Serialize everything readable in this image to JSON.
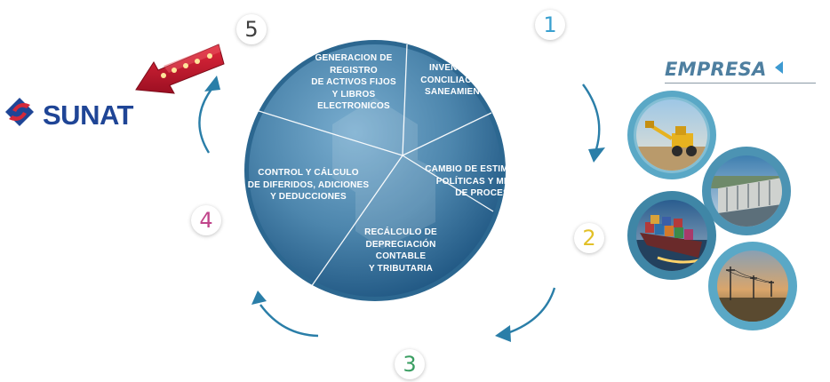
{
  "brand": {
    "name": "SUNAT",
    "empresa_label": "EMPRESA"
  },
  "steps": [
    {
      "number": "1",
      "color": "#3aa0d0"
    },
    {
      "number": "2",
      "color": "#e2c028"
    },
    {
      "number": "3",
      "color": "#3a9e62"
    },
    {
      "number": "4",
      "color": "#c0448a"
    },
    {
      "number": "5",
      "color": "#404040"
    }
  ],
  "segments": [
    {
      "text": "INVENTARIO,\nCONCILIACION Y\nSANEAMIENTO"
    },
    {
      "text": "CAMBIO DE ESTIMACIONES,\nPOLÍTICAS  Y MEJORAS\nDE PROCESOS"
    },
    {
      "text": "RECÁLCULO DE\nDEPRECIACIÓN\nCONTABLE\nY TRIBUTARIA"
    },
    {
      "text": "CONTROL Y CÁLCULO\nDE DIFERIDOS, ADICIONES\nY DEDUCCIONES"
    },
    {
      "text": "GENERACION  DE\nREGISTRO\nDE ACTIVOS FIJOS\nY LIBROS\nELECTRONICOS"
    }
  ],
  "photos": [
    {
      "subject": "excavator-photo"
    },
    {
      "subject": "dam-photo"
    },
    {
      "subject": "cargo-ship-photo"
    },
    {
      "subject": "power-lines-photo"
    }
  ],
  "colors": {
    "wheel_light": "#6a9dc0",
    "wheel_dark": "#1e5581",
    "arrow": "#2a7ea8",
    "sunat_blue": "#1f4596",
    "sunat_red": "#d3283a",
    "banner_red": "#c0142b",
    "photo_ring": "#5aa8c6"
  }
}
